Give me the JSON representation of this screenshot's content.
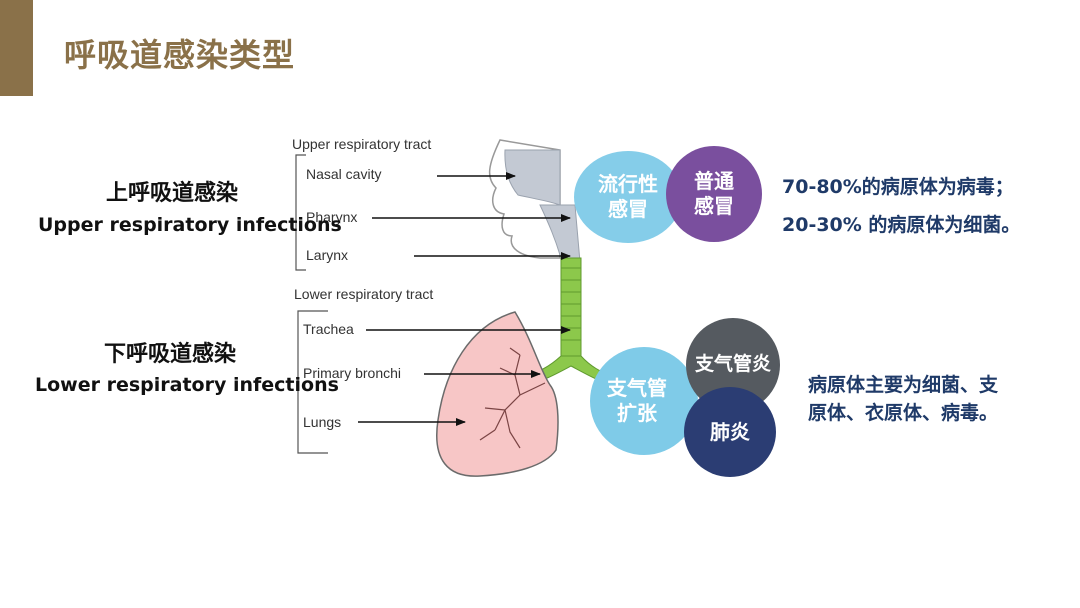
{
  "slide": {
    "title": "呼吸道感染类型"
  },
  "upper": {
    "zh": "上呼吸道感染",
    "en": "Upper respiratory infections",
    "tract_label": "Upper respiratory tract",
    "parts": [
      "Nasal cavity",
      "Pharynx",
      "Larynx"
    ],
    "circle_flu": [
      "流行性",
      "感冒"
    ],
    "circle_cold": [
      "普通",
      "感冒"
    ],
    "notes": [
      "70-80%的病原体为病毒；",
      "20-30% 的病原体为细菌。"
    ]
  },
  "lower": {
    "zh": "下呼吸道感染",
    "en": "Lower respiratory infections",
    "tract_label": "Lower respiratory tract",
    "parts": [
      "Trachea",
      "Primary bronchi",
      "Lungs"
    ],
    "circle_bronchiectasis": [
      "支气管",
      "扩张"
    ],
    "circle_bronchitis": "支气管炎",
    "circle_pneumonia": "肺炎",
    "notes": [
      "病原体主要为细菌、支",
      "原体、衣原体、病毒。"
    ]
  },
  "colors": {
    "accent": "#8a7149",
    "light_blue": "#7fcbe8",
    "purple": "#7a4f9e",
    "gray": "#555a60",
    "navy": "#2b3d73",
    "note_text": "#1f3a68"
  }
}
